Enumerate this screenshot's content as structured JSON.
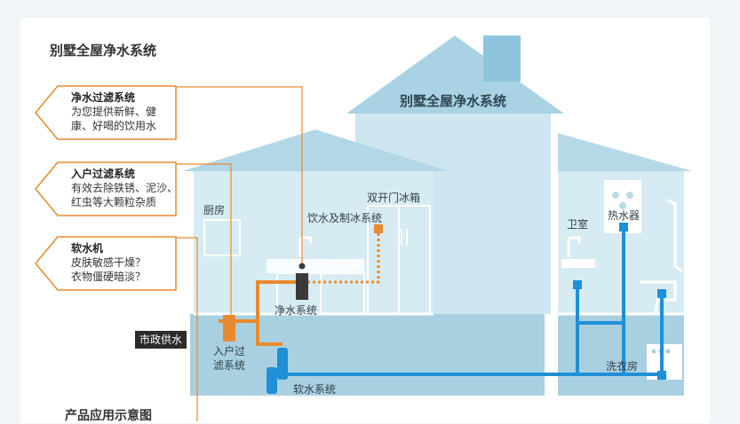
{
  "page_title": "别墅全屋净水系统",
  "house_title": "别墅全屋净水系统",
  "footer_title": "产品应用示意图",
  "callouts": [
    {
      "title": "净水过滤系统",
      "line1": "为您提供新鲜、健",
      "line2": "康、好喝的饮用水"
    },
    {
      "title": "入户过滤系统",
      "line1": "有效去除铁锈、泥沙、",
      "line2": "红虫等大颗粒杂质"
    },
    {
      "title": "软水机",
      "line1": "皮肤敏感干燥？",
      "line2": "衣物僵硬暗淡？"
    }
  ],
  "rooms": {
    "kitchen": "厨房",
    "drinking_ice": "饮水及制冰系统",
    "fridge": "双开门冰箱",
    "bathroom": "卫室",
    "water_heater": "热水器",
    "laundry": "洗衣房"
  },
  "systems": {
    "purifier": "净水系统",
    "municipal": "市政供水",
    "inlet_filter_1": "入户过",
    "inlet_filter_2": "滤系统",
    "softener": "软水系统"
  },
  "colors": {
    "orange": "#e98a2e",
    "blue": "#1f8fd6",
    "house_light": "#d4e9f2",
    "house_mid": "#bcdbe8",
    "roof": "#9fcde0",
    "basement": "#a8cfe0"
  }
}
